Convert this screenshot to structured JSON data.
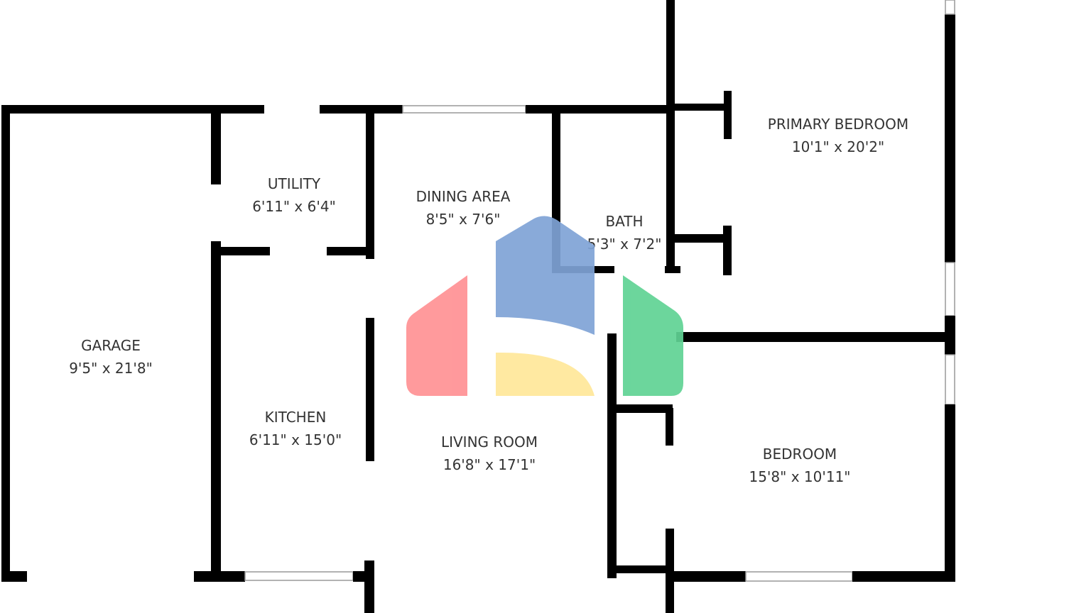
{
  "rooms": [
    {
      "name": "PRIMARY BEDROOM",
      "size": "10'1\" x 20'2\""
    },
    {
      "name": "UTILITY",
      "size": "6'11\" x 6'4\""
    },
    {
      "name": "DINING AREA",
      "size": "8'5\" x 7'6\""
    },
    {
      "name": "BATH",
      "size": "5'3\" x 7'2\""
    },
    {
      "name": "GARAGE",
      "size": "9'5\" x 21'8\""
    },
    {
      "name": "KITCHEN",
      "size": "6'11\" x 15'0\""
    },
    {
      "name": "LIVING ROOM",
      "size": "16'8\" x 17'1\""
    },
    {
      "name": "BEDROOM",
      "size": "15'8\" x 10'11\""
    }
  ],
  "colors": {
    "wall": "#000000",
    "logo_red": "#ff9194",
    "logo_blue": "#7fa3d6",
    "logo_yellow": "#ffe89a",
    "logo_green": "#5fd394"
  }
}
